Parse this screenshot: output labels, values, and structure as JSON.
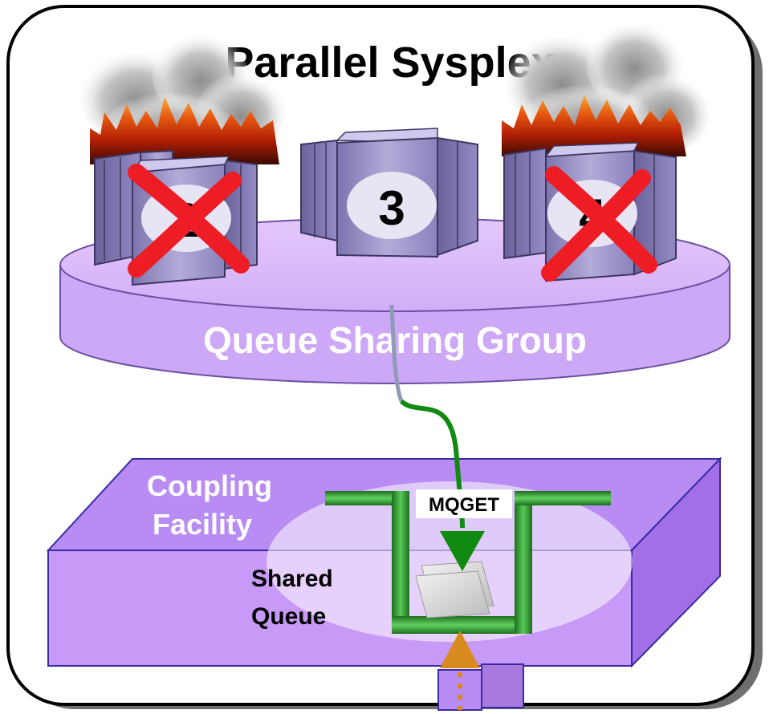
{
  "diagram": {
    "title": "Parallel Sysplex",
    "group_label": "Queue Sharing Group",
    "facility_label": [
      "Coupling",
      "Facility"
    ],
    "queue_label": [
      "Shared",
      "Queue"
    ],
    "operation_label": "MQGET",
    "servers": [
      {
        "number": "2",
        "status": "failed",
        "on_fire": true
      },
      {
        "number": "3",
        "status": "active",
        "on_fire": false
      },
      {
        "number": "4",
        "status": "failed",
        "on_fire": true
      }
    ],
    "colors": {
      "frame_border": "#000000",
      "disk_fill": "#d8b4f8",
      "disk_text": "#ffffff",
      "facility_fill": "#c89af7",
      "server_fill": "#9a92c6",
      "fail_cross": "#ee1c24",
      "get_arrow": "#118a11",
      "put_arrow": "#d98a1e",
      "queue_outline": "#2e9b2e"
    }
  }
}
